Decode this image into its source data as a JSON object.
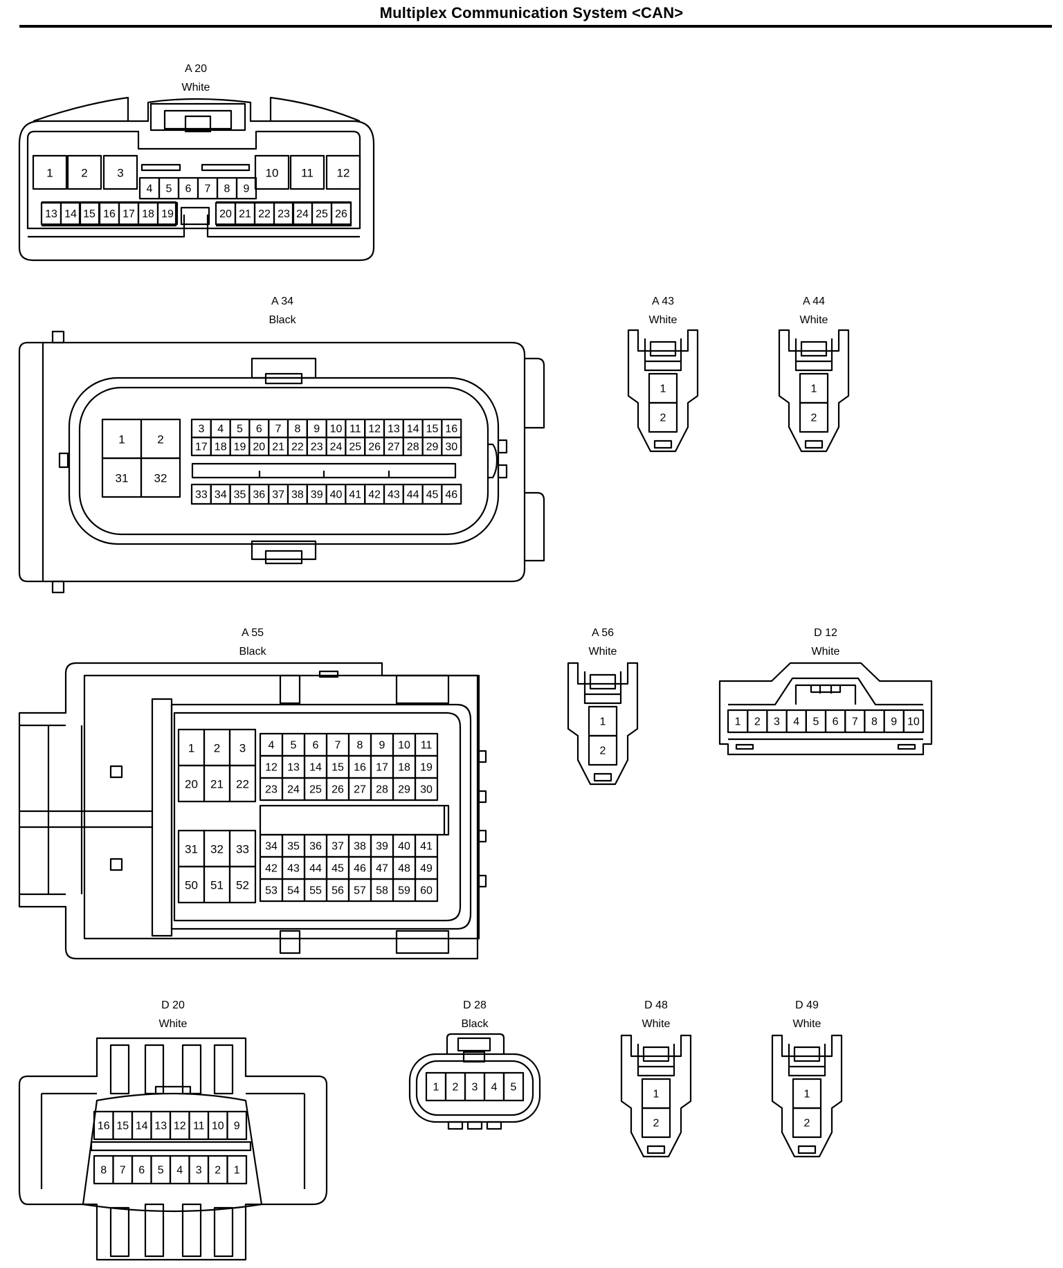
{
  "header": {
    "title": "Multiplex Communication System <CAN>"
  },
  "connectors": {
    "a20": {
      "id": "A 20",
      "color": "White",
      "pins_top": [
        "1",
        "2",
        "3",
        "10",
        "11",
        "12"
      ],
      "pins_mid": [
        "4",
        "5",
        "6",
        "7",
        "8",
        "9"
      ],
      "pins_bot": [
        "13",
        "14",
        "15",
        "16",
        "17",
        "18",
        "19",
        "20",
        "21",
        "22",
        "23",
        "24",
        "25",
        "26"
      ]
    },
    "a34": {
      "id": "A 34",
      "color": "Black",
      "pins_big": [
        "1",
        "2",
        "31",
        "32"
      ],
      "row1": [
        "3",
        "4",
        "5",
        "6",
        "7",
        "8",
        "9",
        "10",
        "11",
        "12",
        "13",
        "14",
        "15",
        "16"
      ],
      "row2": [
        "17",
        "18",
        "19",
        "20",
        "21",
        "22",
        "23",
        "24",
        "25",
        "26",
        "27",
        "28",
        "29",
        "30"
      ],
      "row3": [
        "33",
        "34",
        "35",
        "36",
        "37",
        "38",
        "39",
        "40",
        "41",
        "42",
        "43",
        "44",
        "45",
        "46"
      ]
    },
    "a43": {
      "id": "A 43",
      "color": "White",
      "pins": [
        "1",
        "2"
      ]
    },
    "a44": {
      "id": "A 44",
      "color": "White",
      "pins": [
        "1",
        "2"
      ]
    },
    "a55": {
      "id": "A 55",
      "color": "Black",
      "big_top": [
        "1",
        "2",
        "3",
        "20",
        "21",
        "22"
      ],
      "big_bot": [
        "31",
        "32",
        "33",
        "50",
        "51",
        "52"
      ],
      "top_rows": [
        [
          "4",
          "5",
          "6",
          "7",
          "8",
          "9",
          "10",
          "11"
        ],
        [
          "12",
          "13",
          "14",
          "15",
          "16",
          "17",
          "18",
          "19"
        ],
        [
          "23",
          "24",
          "25",
          "26",
          "27",
          "28",
          "29",
          "30"
        ]
      ],
      "bot_rows": [
        [
          "34",
          "35",
          "36",
          "37",
          "38",
          "39",
          "40",
          "41"
        ],
        [
          "42",
          "43",
          "44",
          "45",
          "46",
          "47",
          "48",
          "49"
        ],
        [
          "53",
          "54",
          "55",
          "56",
          "57",
          "58",
          "59",
          "60"
        ]
      ]
    },
    "a56": {
      "id": "A 56",
      "color": "White",
      "pins": [
        "1",
        "2"
      ]
    },
    "d12": {
      "id": "D 12",
      "color": "White",
      "pins": [
        "1",
        "2",
        "3",
        "4",
        "5",
        "6",
        "7",
        "8",
        "9",
        "10"
      ]
    },
    "d20": {
      "id": "D 20",
      "color": "White",
      "row1": [
        "16",
        "15",
        "14",
        "13",
        "12",
        "11",
        "10",
        "9"
      ],
      "row2": [
        "8",
        "7",
        "6",
        "5",
        "4",
        "3",
        "2",
        "1"
      ]
    },
    "d28": {
      "id": "D 28",
      "color": "Black",
      "pins": [
        "1",
        "2",
        "3",
        "4",
        "5"
      ]
    },
    "d48": {
      "id": "D 48",
      "color": "White",
      "pins": [
        "1",
        "2"
      ]
    },
    "d49": {
      "id": "D 49",
      "color": "White",
      "pins": [
        "1",
        "2"
      ]
    }
  }
}
